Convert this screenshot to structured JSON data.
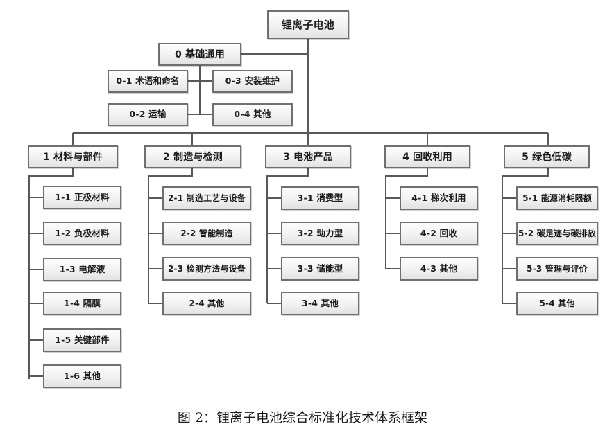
{
  "figure": {
    "caption": "图 2：锂离子电池综合标准化技术体系框架",
    "background_color": "#ffffff",
    "line_color": "#595959",
    "box_border_color": "#6f6f6f",
    "box_fill_color": "#f0f0f0"
  },
  "root": {
    "label": "锂离子电池"
  },
  "basic_branch": {
    "header": "0 基础通用",
    "children": [
      {
        "label": "0-1 术语和命名"
      },
      {
        "label": "0-2 运输"
      },
      {
        "label": "0-3 安装维护"
      },
      {
        "label": "0-4 其他"
      }
    ]
  },
  "columns": [
    {
      "header": "1 材料与部件",
      "children": [
        {
          "label": "1-1 正极材料"
        },
        {
          "label": "1-2 负极材料"
        },
        {
          "label": "1-3 电解液"
        },
        {
          "label": "1-4 隔膜"
        },
        {
          "label": "1-5 关键部件"
        },
        {
          "label": "1-6 其他"
        }
      ]
    },
    {
      "header": "2 制造与检测",
      "children": [
        {
          "label": "2-1 制造工艺与设备"
        },
        {
          "label": "2-2 智能制造"
        },
        {
          "label": "2-3 检测方法与设备"
        },
        {
          "label": "2-4 其他"
        }
      ]
    },
    {
      "header": "3 电池产品",
      "children": [
        {
          "label": "3-1 消费型"
        },
        {
          "label": "3-2 动力型"
        },
        {
          "label": "3-3 储能型"
        },
        {
          "label": "3-4 其他"
        }
      ]
    },
    {
      "header": "4 回收利用",
      "children": [
        {
          "label": "4-1 梯次利用"
        },
        {
          "label": "4-2 回收"
        },
        {
          "label": "4-3 其他"
        }
      ]
    },
    {
      "header": "5 绿色低碳",
      "children": [
        {
          "label": "5-1 能源消耗限额"
        },
        {
          "label": "5-2 碳足迹与碳排放"
        },
        {
          "label": "5-3 管理与评价"
        },
        {
          "label": "5-4 其他"
        }
      ]
    }
  ]
}
